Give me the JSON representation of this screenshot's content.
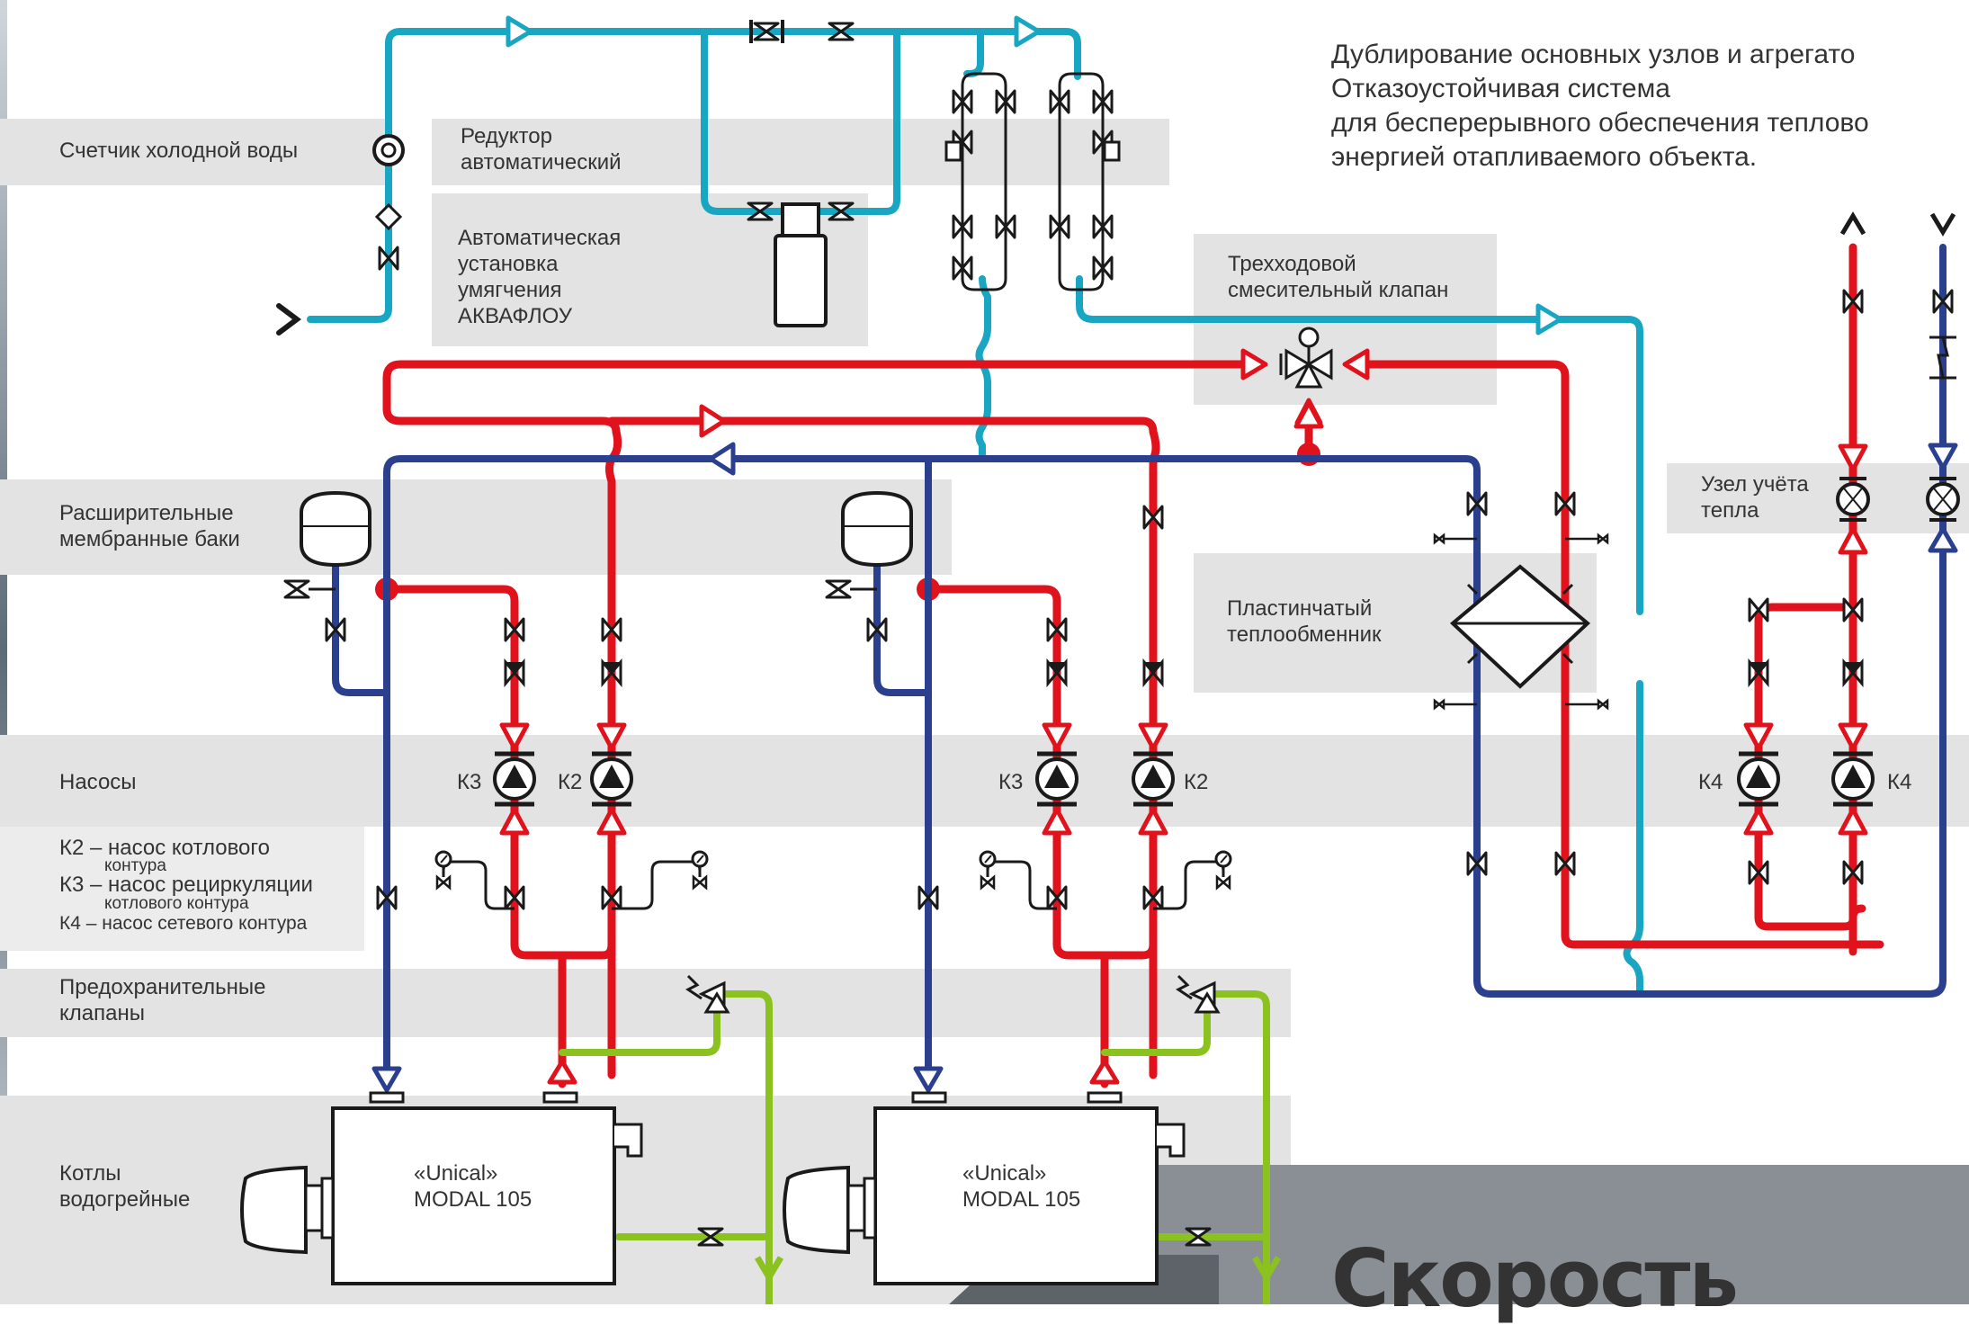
{
  "header": {
    "line1": "Дублирование основных узлов и агрегато",
    "line2": "Отказоустойчивая система",
    "line3": "для бесперерывного обеспечения теплово",
    "line4": "энергией отапливаемого объекта."
  },
  "labels": {
    "meter": "Счетчик холодной воды",
    "reducer_1": "Редуктор",
    "reducer_2": "автоматический",
    "softener_1": "Автоматическая",
    "softener_2": "установка",
    "softener_3": "умягчения",
    "softener_4": "АКВАФЛОУ",
    "valve3_1": "Трехходовой",
    "valve3_2": "смесительный клапан",
    "tanks_1": "Расширительные",
    "tanks_2": "мембранные баки",
    "heatmeter_1": "Узел учёта",
    "heatmeter_2": "тепла",
    "exchanger_1": "Пластинчатый",
    "exchanger_2": "теплообменник",
    "pumps": "Насосы",
    "safety_1": "Предохранительные",
    "safety_2": "клапаны",
    "boilers_1": "Котлы",
    "boilers_2": "водогрейные"
  },
  "legend": {
    "k2_a": "К2 – насос котлового",
    "k2_b": "контура",
    "k3_a": "К3 – насос рециркуляции",
    "k3_b": "котлового контура",
    "k4": "К4 – насос сетевого контура"
  },
  "pump_tags": {
    "k2": "К2",
    "k3": "К3",
    "k4": "К4"
  },
  "boilers": [
    {
      "brand": "«Unical»",
      "model": "MODAL 105"
    },
    {
      "brand": "«Unical»",
      "model": "MODAL 105"
    }
  ],
  "footer": {
    "word": "Скорость"
  },
  "colors": {
    "cold": "#19a6c2",
    "return": "#2b3f8f",
    "supply": "#e0121c",
    "drain": "#8cc21f",
    "band": "#e3e3e3",
    "outline": "#1a1a1a"
  }
}
